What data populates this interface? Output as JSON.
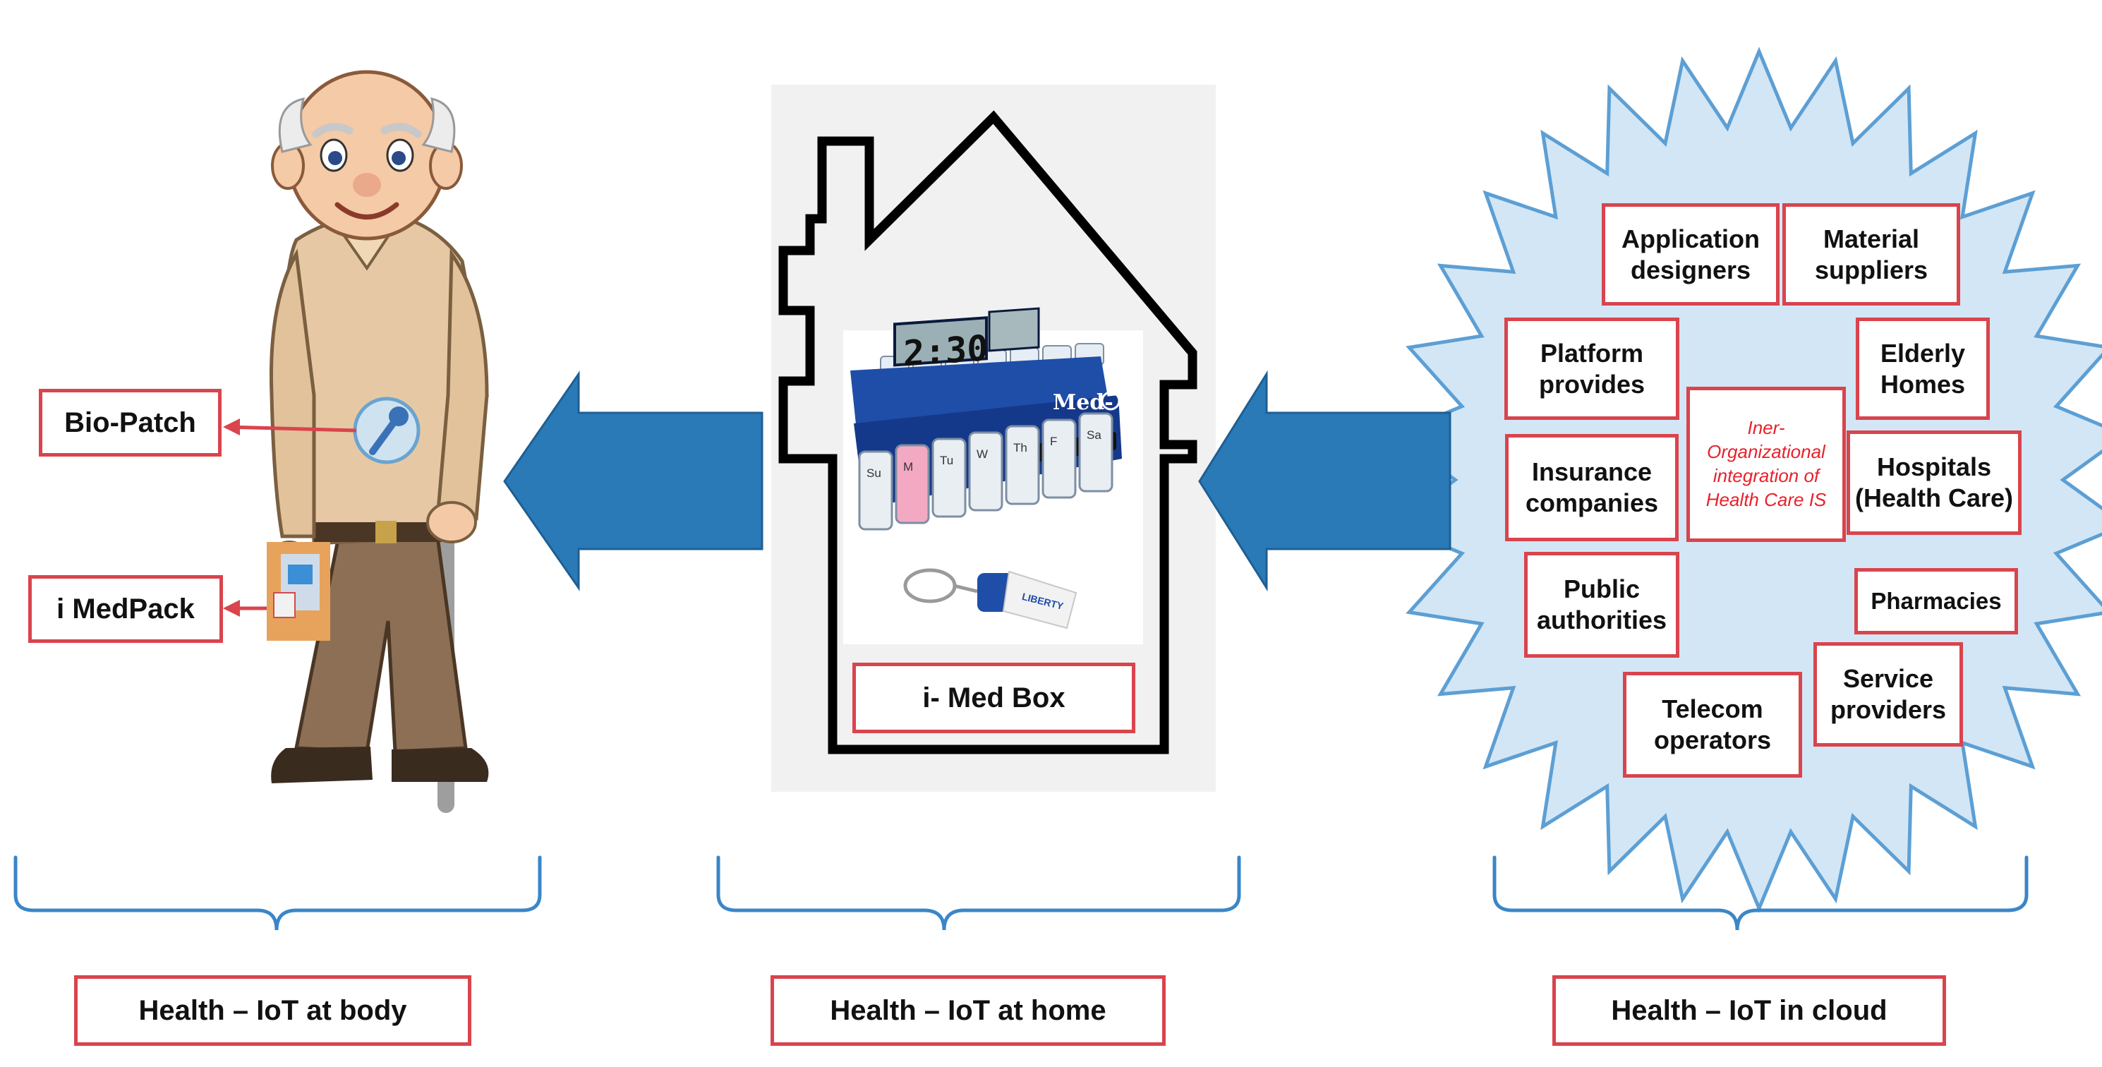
{
  "colors": {
    "arrow": "#2a7ab8",
    "brace": "#3a86c8",
    "box_border": "#d9444d",
    "burst_fill": "#d3e6f5",
    "burst_stroke": "#5c9fd4",
    "center_text": "#e8212b"
  },
  "body_section": {
    "labels": {
      "bio_patch": "Bio-Patch",
      "medpack": "i MedPack"
    },
    "caption": "Health – IoT at body"
  },
  "home_section": {
    "device_label": "i- Med Box",
    "device_screen": "2:30",
    "device_brand": "Med-",
    "keyfob_brand": "LIBERTY",
    "pill_days": [
      "Su",
      "M",
      "Tu",
      "W",
      "Th",
      "F",
      "Sa"
    ],
    "caption": "Health – IoT at home"
  },
  "cloud_section": {
    "center": {
      "line1": "Iner-",
      "line2": "Organizational",
      "line3": "integration of",
      "line4": "Health Care IS"
    },
    "stakeholders": {
      "app_designers": {
        "l1": "Application",
        "l2": "designers"
      },
      "material_suppliers": {
        "l1": "Material",
        "l2": "suppliers"
      },
      "platform": {
        "l1": "Platform",
        "l2": "provides"
      },
      "elderly_homes": {
        "l1": "Elderly",
        "l2": "Homes"
      },
      "insurance": {
        "l1": "Insurance",
        "l2": "companies"
      },
      "hospitals": {
        "l1": "Hospitals",
        "l2": "(Health Care)"
      },
      "public": {
        "l1": "Public",
        "l2": "authorities"
      },
      "pharmacies": {
        "l1": "Pharmacies"
      },
      "telecom": {
        "l1": "Telecom",
        "l2": "operators"
      },
      "service": {
        "l1": "Service",
        "l2": "providers"
      }
    },
    "caption": "Health – IoT in cloud"
  }
}
